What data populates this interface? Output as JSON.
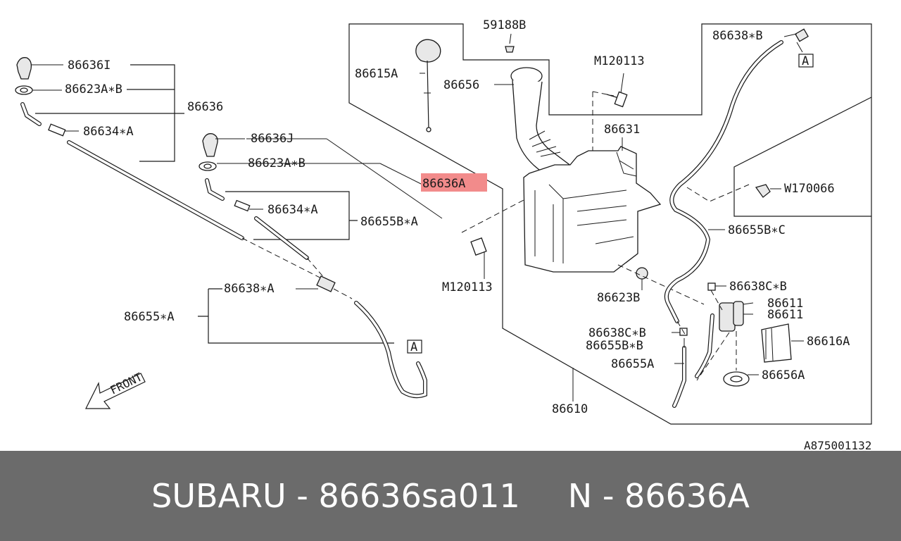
{
  "labels": {
    "l_86636I": "86636I",
    "l_86623AB_1": "86623A∗B",
    "l_86636": "86636",
    "l_86634A_1": "86634∗A",
    "l_86636J": "86636J",
    "l_86623AB_2": "86623A∗B",
    "l_86636A_hl": "86636A",
    "l_86634A_2": "86634∗A",
    "l_86655BA": "86655B∗A",
    "l_59188B": "59188B",
    "l_86615A": "86615A",
    "l_86656": "86656",
    "l_M120113_top": "M120113",
    "l_86631": "86631",
    "l_M120113_mid": "M120113",
    "l_86638B": "86638∗B",
    "l_W170066": "W170066",
    "l_86655BC": "86655B∗C",
    "l_86638A": "86638∗A",
    "l_86655A": "86655∗A",
    "l_86623B": "86623B",
    "l_86638CB_1": "86638C∗B",
    "l_86611_1": "86611",
    "l_86611_2": "86611",
    "l_86638CB_2": "86638C∗B",
    "l_86655BB": "86655B∗B",
    "l_86616A": "86616A",
    "l_86655A_2": "86655A",
    "l_86656A": "86656A",
    "l_86610": "86610",
    "ref_A_1": "A",
    "ref_A_2": "A",
    "front": "FRONT",
    "diagram_id": "A875001132"
  },
  "highlight_color": "#f28b8b",
  "footer": {
    "brand_part": "SUBARU - 86636sa011",
    "n_part": "N - 86636A"
  }
}
